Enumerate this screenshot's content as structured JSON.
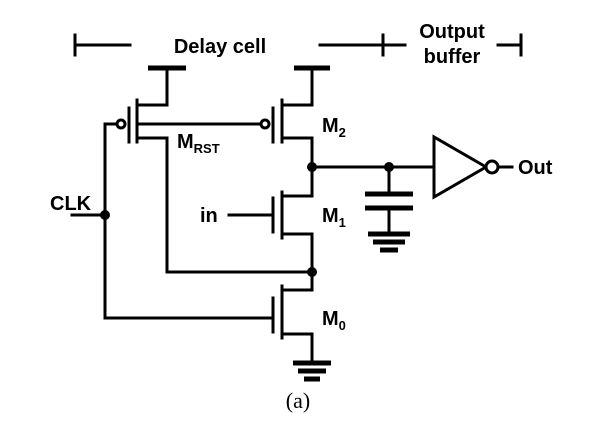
{
  "header": {
    "delay_cell": "Delay cell",
    "output_buffer_line1": "Output",
    "output_buffer_line2": "buffer"
  },
  "labels": {
    "m_rst_main": "M",
    "m_rst_sub": "RST",
    "m2_main": "M",
    "m2_sub": "2",
    "m1_main": "M",
    "m1_sub": "1",
    "m0_main": "M",
    "m0_sub": "0",
    "clk": "CLK",
    "in": "in",
    "out": "Out"
  },
  "caption": "(a)"
}
